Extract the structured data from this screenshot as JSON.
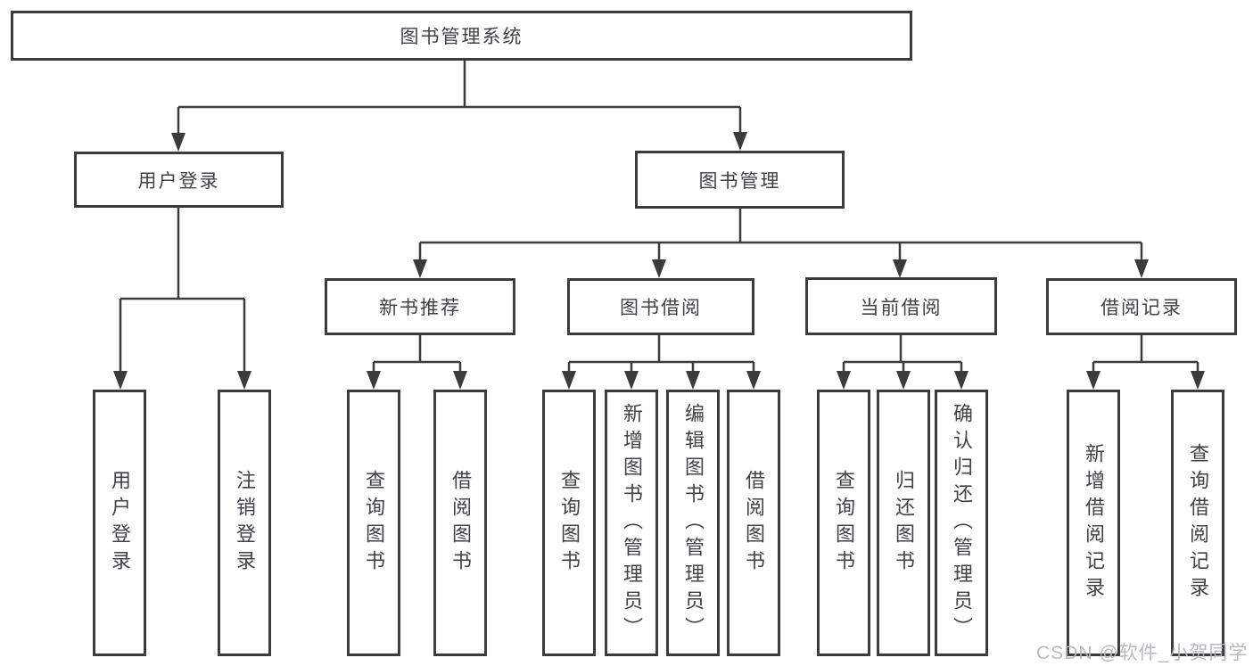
{
  "diagram": {
    "colors": {
      "line": "#3b3b3b",
      "text": "#3f4347",
      "watermark": "#b3b6ba",
      "background": "#ffffff"
    },
    "tree": {
      "label": "图书管理系统",
      "children": [
        {
          "label": "用户登录",
          "children": [
            {
              "label": "用户登录"
            },
            {
              "label": "注销登录"
            }
          ]
        },
        {
          "label": "图书管理",
          "children": [
            {
              "label": "新书推荐",
              "children": [
                {
                  "label": "查询图书"
                },
                {
                  "label": "借阅图书"
                }
              ]
            },
            {
              "label": "图书借阅",
              "children": [
                {
                  "label": "查询图书"
                },
                {
                  "label": "新增图书（管理员）"
                },
                {
                  "label": "编辑图书（管理员）"
                },
                {
                  "label": "借阅图书"
                }
              ]
            },
            {
              "label": "当前借阅",
              "children": [
                {
                  "label": "查询图书"
                },
                {
                  "label": "归还图书"
                },
                {
                  "label": "确认归还（管理员）"
                }
              ]
            },
            {
              "label": "借阅记录",
              "children": [
                {
                  "label": "新增借阅记录"
                },
                {
                  "label": "查询借阅记录"
                }
              ]
            }
          ]
        }
      ]
    },
    "watermark": {
      "text": "CSDN @软件_小贺同学"
    }
  }
}
